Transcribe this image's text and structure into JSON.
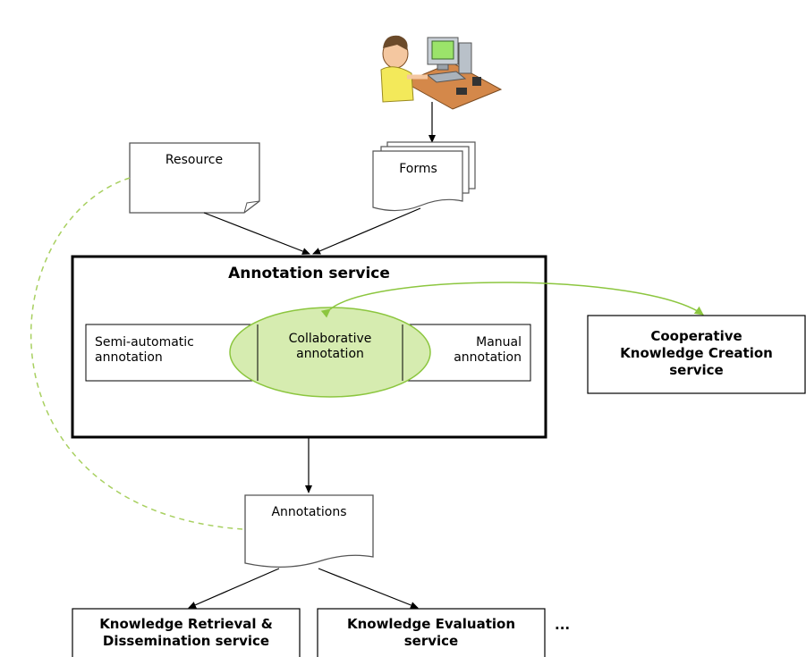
{
  "diagram": {
    "main_service": {
      "title": "Annotation service"
    },
    "annotation_modes": {
      "semi_automatic": {
        "line1": "Semi-automatic",
        "line2": "annotation"
      },
      "collaborative": {
        "line1": "Collaborative",
        "line2": "annotation"
      },
      "manual": {
        "line1": "Manual",
        "line2": "annotation"
      }
    },
    "documents": {
      "resource": "Resource",
      "forms": "Forms",
      "annotations": "Annotations"
    },
    "services": {
      "cooperative": {
        "line1": "Cooperative",
        "line2": "Knowledge Creation",
        "line3": "service"
      },
      "retrieval": {
        "line1": "Knowledge Retrieval &",
        "line2": "Dissemination service"
      },
      "evaluation": {
        "line1": "Knowledge Evaluation",
        "line2": "service"
      },
      "more": "..."
    },
    "user_icon": "person-at-computer-icon",
    "colors": {
      "collab_fill": "#d6ecb0",
      "collab_stroke": "#8cc63f",
      "link_green": "#8cc63f",
      "dashed_green": "#a8d060",
      "box_stroke": "#000000",
      "doc_stroke": "#555555"
    }
  }
}
